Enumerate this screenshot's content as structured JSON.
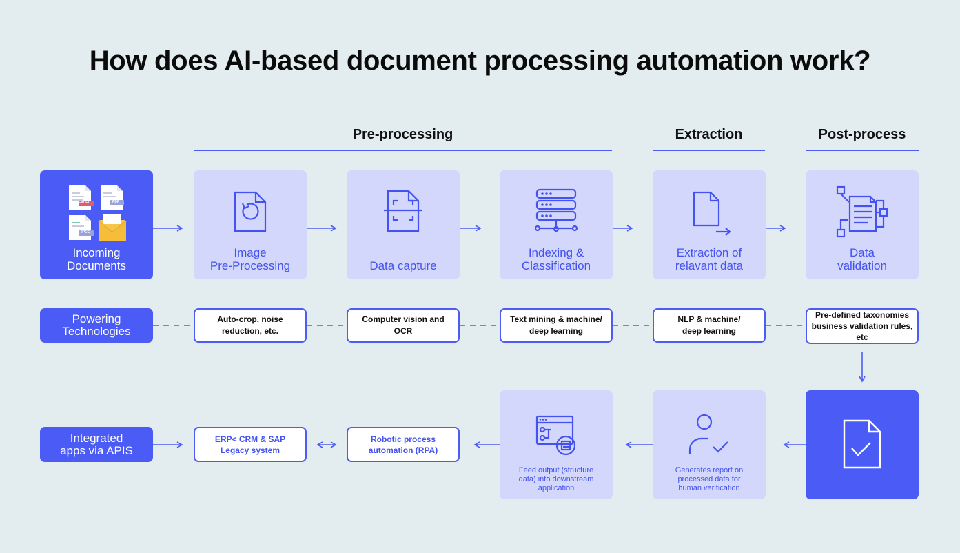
{
  "title": "How does AI-based document processing automation work?",
  "sections": {
    "preprocessing": "Pre-processing",
    "extraction": "Extraction",
    "postprocess": "Post-process"
  },
  "steps": {
    "incoming": "Incoming\nDocuments",
    "image_preprocessing": "Image\nPre-Processing",
    "data_capture": "Data capture",
    "indexing": "Indexing &\nClassification",
    "extraction": "Extraction of\nrelavant data",
    "validation": "Data\nvalidation"
  },
  "file_badges": {
    "excel": "EXCEL",
    "pdf": "PDF",
    "jpeg": "JPEG"
  },
  "technologies": {
    "label": "Powering\nTechnologies",
    "items": [
      "Auto-crop, noise\nreduction, etc.",
      "Computer vision and\nOCR",
      "Text mining & machine/\ndeep learning",
      "NLP & machine/\ndeep learning",
      "Pre-defined taxonomies\nbusiness validation rules,\netc"
    ]
  },
  "output": {
    "report": "Generates report on\nprocessed data for\nhuman verification",
    "feed": "Feed output (structure\ndata) into downstream\napplication",
    "rpa": "Robotic process\nautomation (RPA)",
    "erp": "ERP< CRM & SAP\nLegacy system",
    "integrated": "Integrated\napps via APIS"
  },
  "colors": {
    "background": "#e3edf0",
    "accent": "#4b5cf6",
    "card": "#d2d7fb",
    "accent_text": "#4452f0"
  }
}
